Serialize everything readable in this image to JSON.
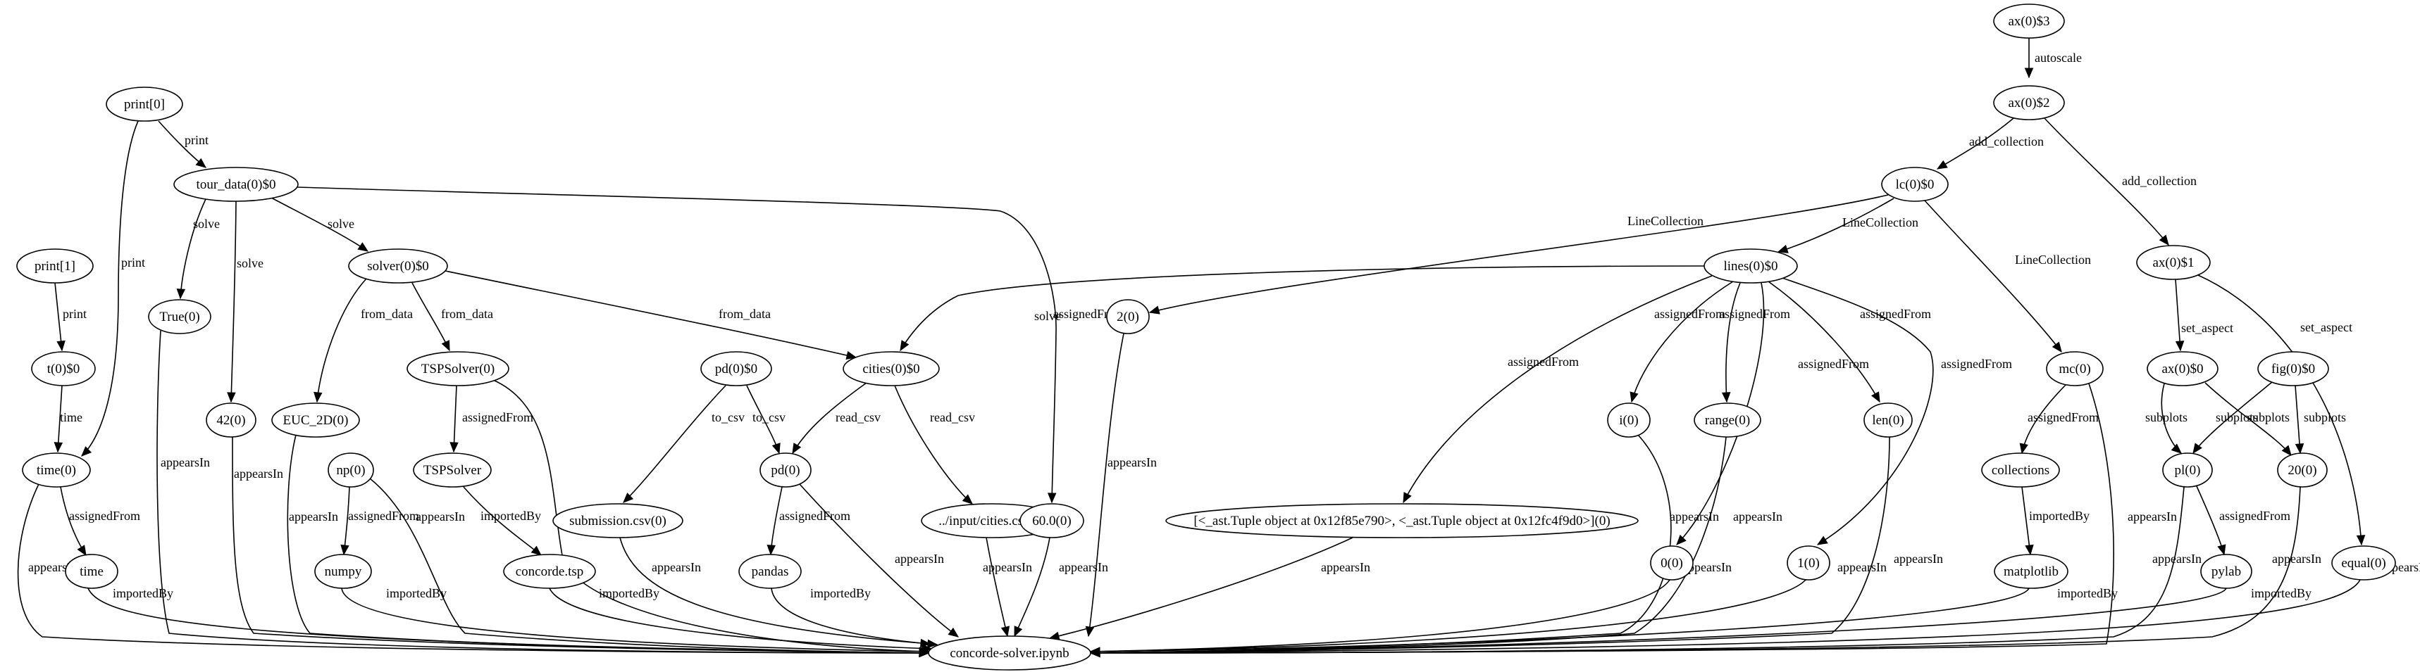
{
  "diagram": {
    "nodes": [
      {
        "id": "n0",
        "label": "ax(0)$3"
      },
      {
        "id": "n1",
        "label": "ax(0)$2"
      },
      {
        "id": "n2",
        "label": "print[0]"
      },
      {
        "id": "n3",
        "label": "lc(0)$0"
      },
      {
        "id": "n4",
        "label": "ax(0)$1"
      },
      {
        "id": "n5",
        "label": "tour_data(0)$0"
      },
      {
        "id": "n6",
        "label": "print[1]"
      },
      {
        "id": "n7",
        "label": "solver(0)$0"
      },
      {
        "id": "n8",
        "label": "lines(0)$0"
      },
      {
        "id": "n9",
        "label": "True(0)"
      },
      {
        "id": "n10",
        "label": "t(0)$0"
      },
      {
        "id": "n11",
        "label": "2(0)"
      },
      {
        "id": "n12",
        "label": "TSPSolver(0)"
      },
      {
        "id": "n13",
        "label": "pd(0)$0"
      },
      {
        "id": "n14",
        "label": "cities(0)$0"
      },
      {
        "id": "n15",
        "label": "mc(0)"
      },
      {
        "id": "n16",
        "label": "ax(0)$0"
      },
      {
        "id": "n17",
        "label": "fig(0)$0"
      },
      {
        "id": "n18",
        "label": "42(0)"
      },
      {
        "id": "n19",
        "label": "EUC_2D(0)"
      },
      {
        "id": "n20",
        "label": "i(0)"
      },
      {
        "id": "n21",
        "label": "range(0)"
      },
      {
        "id": "n22",
        "label": "len(0)"
      },
      {
        "id": "n23",
        "label": "np(0)"
      },
      {
        "id": "n24",
        "label": "TSPSolver"
      },
      {
        "id": "n25",
        "label": "pd(0)"
      },
      {
        "id": "n26",
        "label": "collections"
      },
      {
        "id": "n27",
        "label": "pl(0)"
      },
      {
        "id": "n28",
        "label": "20(0)"
      },
      {
        "id": "n29",
        "label": "time(0)"
      },
      {
        "id": "n30",
        "label": "submission.csv(0)"
      },
      {
        "id": "n31",
        "label": "../input/cities.csv(0)"
      },
      {
        "id": "n32",
        "label": "60.0(0)"
      },
      {
        "id": "n33",
        "label": "[<_ast.Tuple object at 0x12f85e790>, <_ast.Tuple object at 0x12fc4f9d0>](0)"
      },
      {
        "id": "n34",
        "label": "0(0)"
      },
      {
        "id": "n35",
        "label": "1(0)"
      },
      {
        "id": "n36",
        "label": "equal(0)"
      },
      {
        "id": "n37",
        "label": "time"
      },
      {
        "id": "n38",
        "label": "numpy"
      },
      {
        "id": "n39",
        "label": "concorde.tsp"
      },
      {
        "id": "n40",
        "label": "pandas"
      },
      {
        "id": "n41",
        "label": "matplotlib"
      },
      {
        "id": "n42",
        "label": "pylab"
      },
      {
        "id": "n43",
        "label": "concorde-solver.ipynb"
      }
    ],
    "edges": [
      {
        "from": "n0",
        "to": "n1",
        "label": "autoscale"
      },
      {
        "from": "n1",
        "to": "n3",
        "label": "add_collection"
      },
      {
        "from": "n1",
        "to": "n4",
        "label": "add_collection"
      },
      {
        "from": "n2",
        "to": "n5",
        "label": "print"
      },
      {
        "from": "n2",
        "to": "n29",
        "label": "print"
      },
      {
        "from": "n3",
        "to": "n11",
        "label": "LineCollection"
      },
      {
        "from": "n3",
        "to": "n8",
        "label": "LineCollection"
      },
      {
        "from": "n3",
        "to": "n15",
        "label": "LineCollection"
      },
      {
        "from": "n4",
        "to": "n16",
        "label": "set_aspect"
      },
      {
        "from": "n4",
        "to": "n36",
        "label": "set_aspect"
      },
      {
        "from": "n5",
        "to": "n9",
        "label": "solve"
      },
      {
        "from": "n5",
        "to": "n18",
        "label": "solve"
      },
      {
        "from": "n5",
        "to": "n7",
        "label": "solve"
      },
      {
        "from": "n5",
        "to": "n32",
        "label": "solve"
      },
      {
        "from": "n6",
        "to": "n10",
        "label": "print"
      },
      {
        "from": "n7",
        "to": "n19",
        "label": "from_data"
      },
      {
        "from": "n7",
        "to": "n12",
        "label": "from_data"
      },
      {
        "from": "n7",
        "to": "n14",
        "label": "from_data"
      },
      {
        "from": "n8",
        "to": "n14",
        "label": "assignedFrom"
      },
      {
        "from": "n8",
        "to": "n33",
        "label": "assignedFrom"
      },
      {
        "from": "n8",
        "to": "n20",
        "label": "assignedFrom"
      },
      {
        "from": "n8",
        "to": "n21",
        "label": "assignedFrom"
      },
      {
        "from": "n8",
        "to": "n34",
        "label": "assignedFrom"
      },
      {
        "from": "n8",
        "to": "n22",
        "label": "assignedFrom"
      },
      {
        "from": "n8",
        "to": "n35",
        "label": "assignedFrom"
      },
      {
        "from": "n10",
        "to": "n29",
        "label": "time"
      },
      {
        "from": "n12",
        "to": "n24",
        "label": "assignedFrom"
      },
      {
        "from": "n13",
        "to": "n30",
        "label": "to_csv"
      },
      {
        "from": "n13",
        "to": "n25",
        "label": "to_csv"
      },
      {
        "from": "n14",
        "to": "n25",
        "label": "read_csv"
      },
      {
        "from": "n14",
        "to": "n31",
        "label": "read_csv"
      },
      {
        "from": "n15",
        "to": "n26",
        "label": "assignedFrom"
      },
      {
        "from": "n16",
        "to": "n27",
        "label": "subplots"
      },
      {
        "from": "n16",
        "to": "n28",
        "label": "subplots"
      },
      {
        "from": "n17",
        "to": "n27",
        "label": "subplots"
      },
      {
        "from": "n17",
        "to": "n28",
        "label": "subplots"
      },
      {
        "from": "n23",
        "to": "n38",
        "label": "assignedFrom"
      },
      {
        "from": "n24",
        "to": "n39",
        "label": "importedBy"
      },
      {
        "from": "n25",
        "to": "n40",
        "label": "assignedFrom"
      },
      {
        "from": "n26",
        "to": "n41",
        "label": "importedBy"
      },
      {
        "from": "n27",
        "to": "n42",
        "label": "assignedFrom"
      },
      {
        "from": "n29",
        "to": "n37",
        "label": "assignedFrom"
      },
      {
        "from": "n9",
        "to": "n43",
        "label": "appearsIn"
      },
      {
        "from": "n11",
        "to": "n43",
        "label": "appearsIn"
      },
      {
        "from": "n12",
        "to": "n43",
        "label": "appearsIn"
      },
      {
        "from": "n15",
        "to": "n43",
        "label": "appearsIn"
      },
      {
        "from": "n18",
        "to": "n43",
        "label": "appearsIn"
      },
      {
        "from": "n19",
        "to": "n43",
        "label": "appearsIn"
      },
      {
        "from": "n20",
        "to": "n43",
        "label": "appearsIn"
      },
      {
        "from": "n21",
        "to": "n43",
        "label": "appearsIn"
      },
      {
        "from": "n22",
        "to": "n43",
        "label": "appearsIn"
      },
      {
        "from": "n23",
        "to": "n43",
        "label": "appearsIn"
      },
      {
        "from": "n25",
        "to": "n43",
        "label": "appearsIn"
      },
      {
        "from": "n27",
        "to": "n43",
        "label": "appearsIn"
      },
      {
        "from": "n28",
        "to": "n43",
        "label": "appearsIn"
      },
      {
        "from": "n29",
        "to": "n43",
        "label": "appearsIn"
      },
      {
        "from": "n30",
        "to": "n43",
        "label": "appearsIn"
      },
      {
        "from": "n31",
        "to": "n43",
        "label": "appearsIn"
      },
      {
        "from": "n32",
        "to": "n43",
        "label": "appearsIn"
      },
      {
        "from": "n33",
        "to": "n43",
        "label": "appearsIn"
      },
      {
        "from": "n34",
        "to": "n43",
        "label": "appearsIn"
      },
      {
        "from": "n35",
        "to": "n43",
        "label": "appearsIn"
      },
      {
        "from": "n36",
        "to": "n43",
        "label": "appearsIn"
      },
      {
        "from": "n37",
        "to": "n43",
        "label": "importedBy"
      },
      {
        "from": "n38",
        "to": "n43",
        "label": "importedBy"
      },
      {
        "from": "n39",
        "to": "n43",
        "label": "importedBy"
      },
      {
        "from": "n40",
        "to": "n43",
        "label": "importedBy"
      },
      {
        "from": "n41",
        "to": "n43",
        "label": "importedBy"
      },
      {
        "from": "n42",
        "to": "n43",
        "label": "importedBy"
      }
    ]
  }
}
